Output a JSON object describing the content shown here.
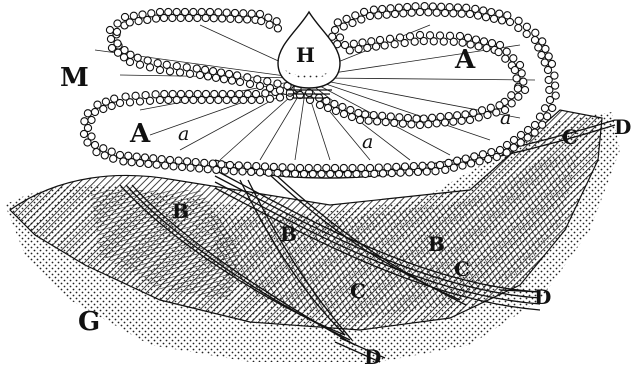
{
  "figure": {
    "labels": {
      "M": "M",
      "H": "H",
      "A_top": "A",
      "A_left": "A",
      "a_left": "a",
      "a_mid": "a",
      "a_right": "a",
      "B_left": "B",
      "B_mid": "B",
      "B_right": "B",
      "C_top": "C",
      "C_mid": "C",
      "C_low": "C",
      "D_top": "D",
      "D_mid": "D",
      "D_bottom": "D",
      "G": "G"
    }
  }
}
